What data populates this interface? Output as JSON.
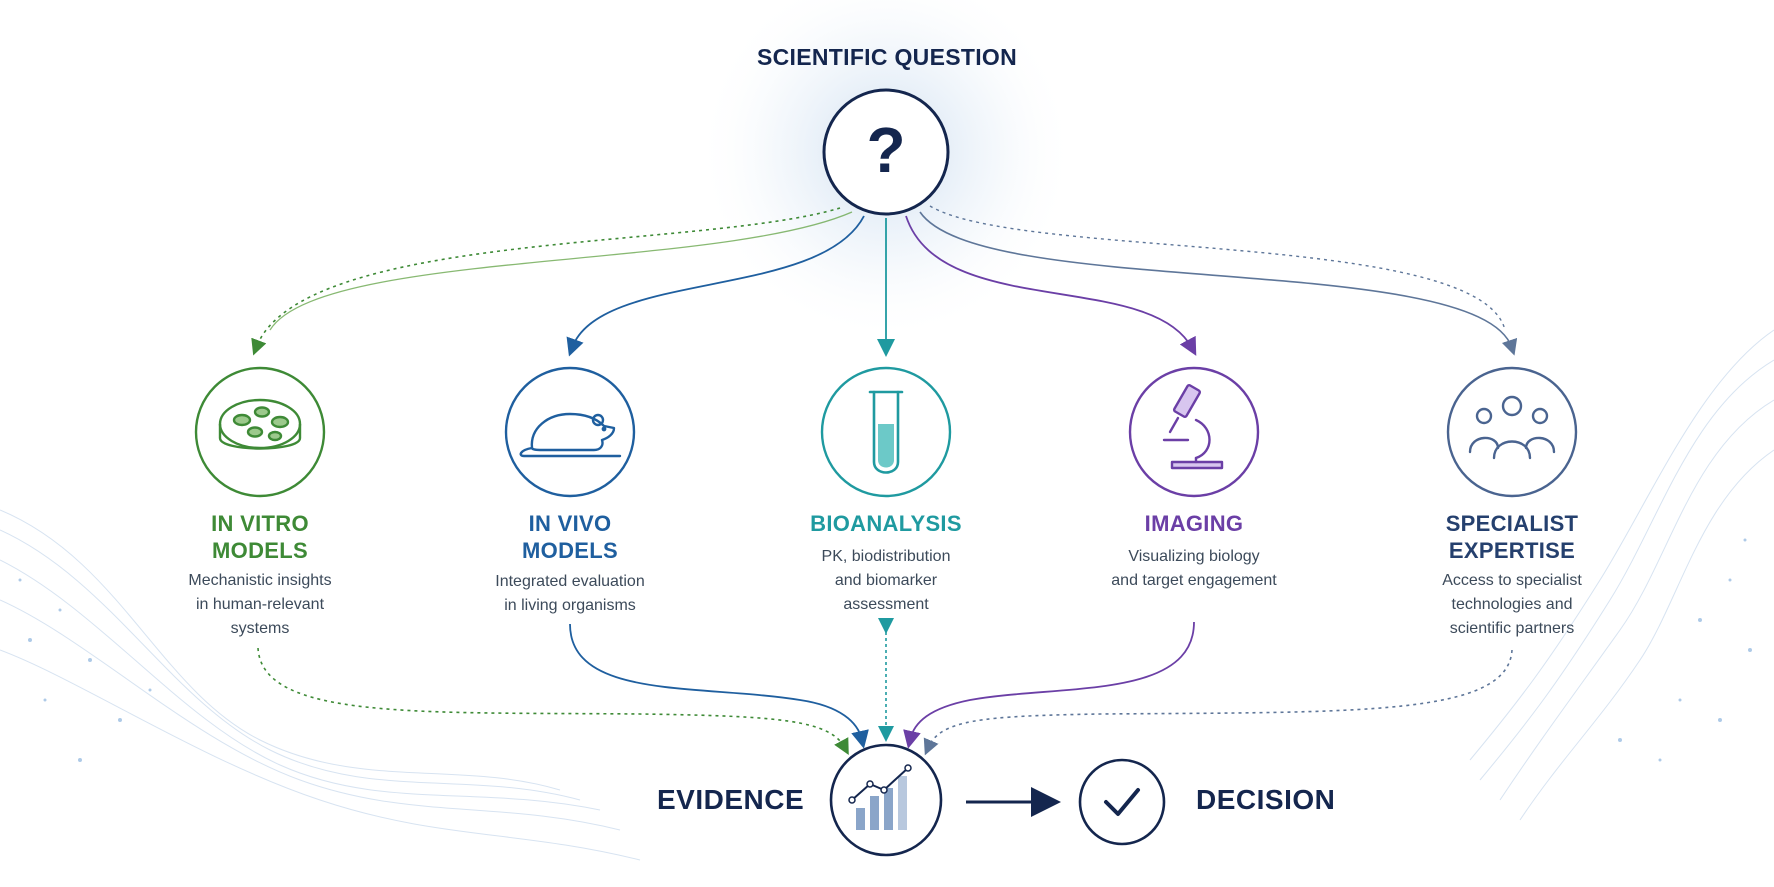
{
  "header": {
    "title": "SCIENTIFIC QUESTION"
  },
  "question": {
    "glyph": "?",
    "icon": "question-mark"
  },
  "colors": {
    "navy": "#14264e",
    "in_vitro": "#3e8a36",
    "in_vivo": "#1f5f9f",
    "bioanalysis": "#1f9aa0",
    "imaging": "#6b3fa6",
    "specialist": "#25406e",
    "specialist_arrow": "#5e7699"
  },
  "approaches": [
    {
      "key": "in_vitro",
      "title_lines": [
        "IN VITRO",
        "MODELS"
      ],
      "desc_lines": [
        "Mechanistic insights",
        "in human-relevant",
        "systems"
      ],
      "icon": "petri-dish-icon"
    },
    {
      "key": "in_vivo",
      "title_lines": [
        "IN VIVO",
        "MODELS"
      ],
      "desc_lines": [
        "Integrated evaluation",
        "in living organisms"
      ],
      "icon": "mouse-icon"
    },
    {
      "key": "bioanalysis",
      "title_lines": [
        "BIOANALYSIS"
      ],
      "desc_lines": [
        "PK, biodistribution",
        "and biomarker",
        "assessment"
      ],
      "icon": "test-tube-icon"
    },
    {
      "key": "imaging",
      "title_lines": [
        "IMAGING"
      ],
      "desc_lines": [
        "Visualizing biology",
        "and target engagement"
      ],
      "icon": "microscope-icon"
    },
    {
      "key": "specialist",
      "title_lines": [
        "SPECIALIST",
        "EXPERTISE"
      ],
      "desc_lines": [
        "Access to specialist",
        "technologies and",
        "scientific partners"
      ],
      "icon": "people-group-icon"
    }
  ],
  "evidence": {
    "label": "EVIDENCE",
    "icon": "bar-chart-trend-icon"
  },
  "decision": {
    "label": "DECISION",
    "icon": "checkmark-icon"
  }
}
